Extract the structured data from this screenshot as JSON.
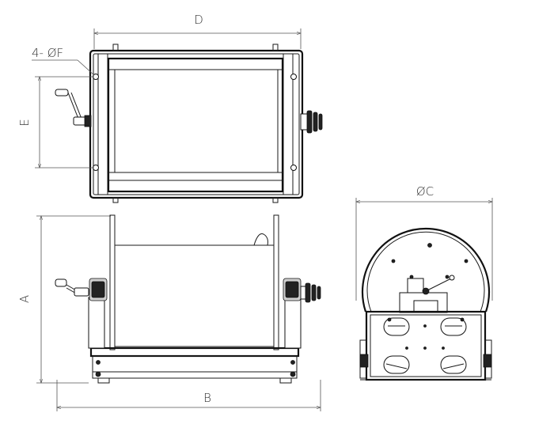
{
  "dimensions": {
    "top_width": "D",
    "top_bolt_holes": "4- ØF",
    "top_height": "E",
    "front_height": "A",
    "front_width": "B",
    "side_drum_diameter": "ØC"
  }
}
